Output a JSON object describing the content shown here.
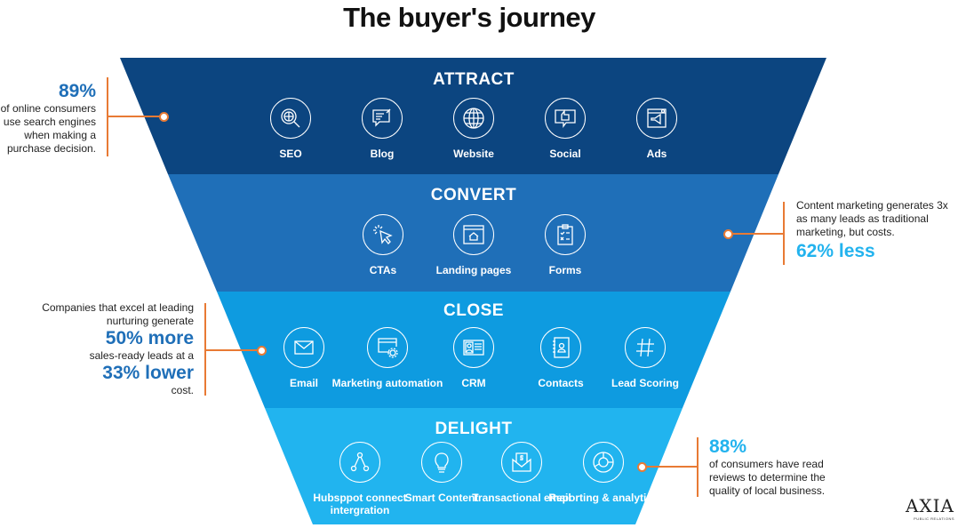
{
  "title": "The buyer's journey",
  "colors": {
    "attract": "#0c4580",
    "convert": "#1f6fb8",
    "close": "#0e9be0",
    "delight": "#21b4ef",
    "accent": "#e87a34",
    "dark_stat": "#1f6fb8",
    "light_stat": "#23b3ee"
  },
  "stages": [
    {
      "name": "ATTRACT",
      "items": [
        {
          "label": "SEO",
          "icon": "magnifier-globe-icon"
        },
        {
          "label": "Blog",
          "icon": "blog-speech-icon"
        },
        {
          "label": "Website",
          "icon": "globe-icon"
        },
        {
          "label": "Social",
          "icon": "social-thumbs-icon"
        },
        {
          "label": "Ads",
          "icon": "megaphone-ad-icon"
        }
      ]
    },
    {
      "name": "CONVERT",
      "items": [
        {
          "label": "CTAs",
          "icon": "cursor-click-icon"
        },
        {
          "label": "Landing pages",
          "icon": "landing-page-icon"
        },
        {
          "label": "Forms",
          "icon": "clipboard-form-icon"
        }
      ]
    },
    {
      "name": "CLOSE",
      "items": [
        {
          "label": "Email",
          "icon": "envelope-icon"
        },
        {
          "label": "Marketing automation",
          "icon": "window-gear-icon"
        },
        {
          "label": "CRM",
          "icon": "id-card-icon"
        },
        {
          "label": "Contacts",
          "icon": "contact-book-icon"
        },
        {
          "label": "Lead Scoring",
          "icon": "hashtag-icon"
        }
      ]
    },
    {
      "name": "DELIGHT",
      "items": [
        {
          "label": "Hubsppot connect intergration",
          "icon": "connect-nodes-icon"
        },
        {
          "label": "Smart Content",
          "icon": "lightbulb-icon"
        },
        {
          "label": "Transactional email",
          "icon": "dollar-envelope-icon"
        },
        {
          "label": "Reporting & analytics",
          "icon": "donut-chart-icon"
        }
      ]
    }
  ],
  "notes": {
    "attract": {
      "stat": "89%",
      "text": "of online consumers use search engines when making a purchase decision."
    },
    "convert": {
      "text": "Content marketing generates 3x as many leads as traditional marketing, but costs.",
      "stat": "62% less"
    },
    "close": {
      "text1": "Companies that excel at leading nurturing generate",
      "stat1": "50% more",
      "text2": "sales-ready leads at a",
      "stat2": "33% lower",
      "text3": "cost."
    },
    "delight": {
      "stat": "88%",
      "text": "of consumers have read reviews to determine the quality of local business."
    }
  },
  "logo": {
    "name": "AXIA",
    "sub": "PUBLIC RELATIONS"
  }
}
